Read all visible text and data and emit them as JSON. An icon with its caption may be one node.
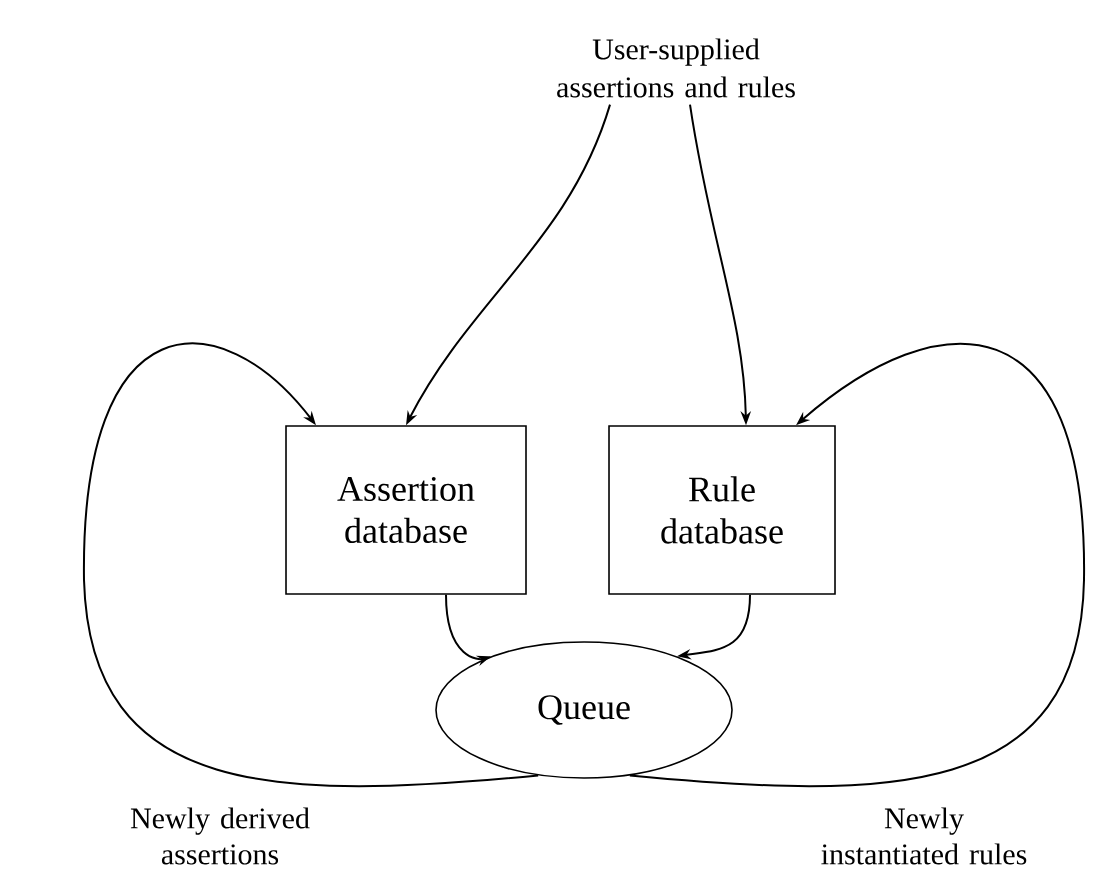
{
  "diagram": {
    "nodes": [
      {
        "text": [
          "User-supplied assertions and rules"
        ]
      },
      {
        "text": [
          "Assertion database"
        ]
      },
      {
        "text": [
          "Rule database"
        ]
      },
      {
        "text": [
          "Queue"
        ]
      }
    ],
    "edges": [
      {
        "from": 0,
        "to": 1,
        "arrow": "to"
      },
      {
        "from": 0,
        "to": 2,
        "arrow": "to"
      },
      {
        "from": 1,
        "to": 3,
        "arrow": "to"
      },
      {
        "from": 2,
        "to": 3,
        "arrow": "to"
      },
      {
        "from": 3,
        "to": 1,
        "arrow": "to",
        "label": "Newly derived assertions"
      },
      {
        "from": 3,
        "to": 2,
        "arrow": "to",
        "label": "Newly instantiated rules"
      }
    ]
  }
}
